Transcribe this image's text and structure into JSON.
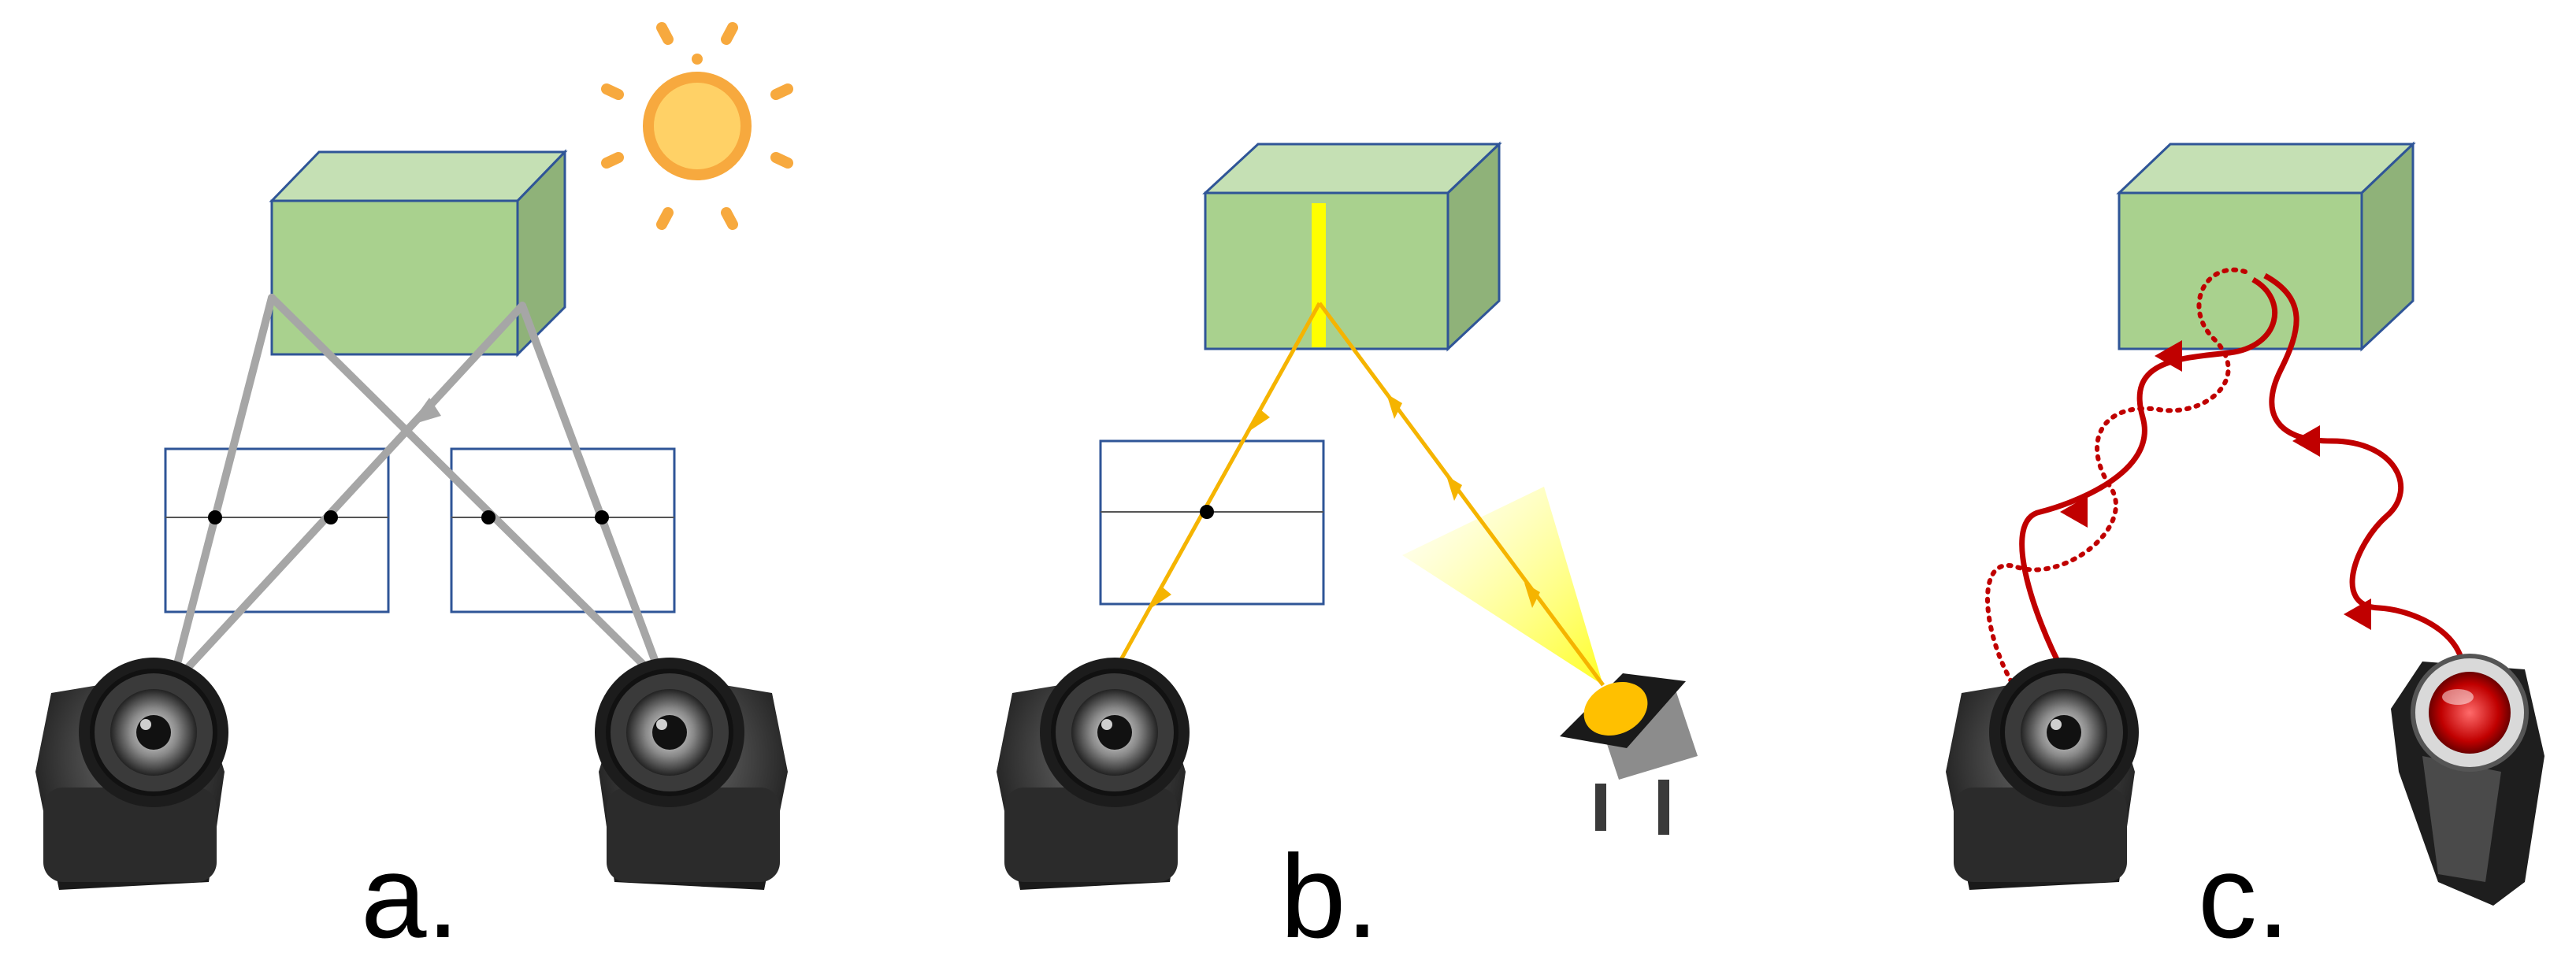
{
  "panels": [
    {
      "id": "a",
      "label": "a.",
      "method": "passive-stereo"
    },
    {
      "id": "b",
      "label": "b.",
      "method": "structured-light"
    },
    {
      "id": "c",
      "label": "c.",
      "method": "time-of-flight"
    }
  ],
  "icons": [
    "cube-icon",
    "sun-icon",
    "camera-icon",
    "projector-icon",
    "tof-emitter-icon"
  ],
  "colors": {
    "cube_front": "#a9d18e",
    "cube_top": "#c5e0b4",
    "cube_side": "#8fb279",
    "cube_edge": "#2f5597",
    "image_plane_edge": "#2f5597",
    "ray_passive": "#a6a6a6",
    "ray_structured": "#f5b400",
    "stripe": "#ffff00",
    "ray_tof": "#c00000",
    "sun": "#f7a93e",
    "sun_fill": "#ffd166"
  }
}
